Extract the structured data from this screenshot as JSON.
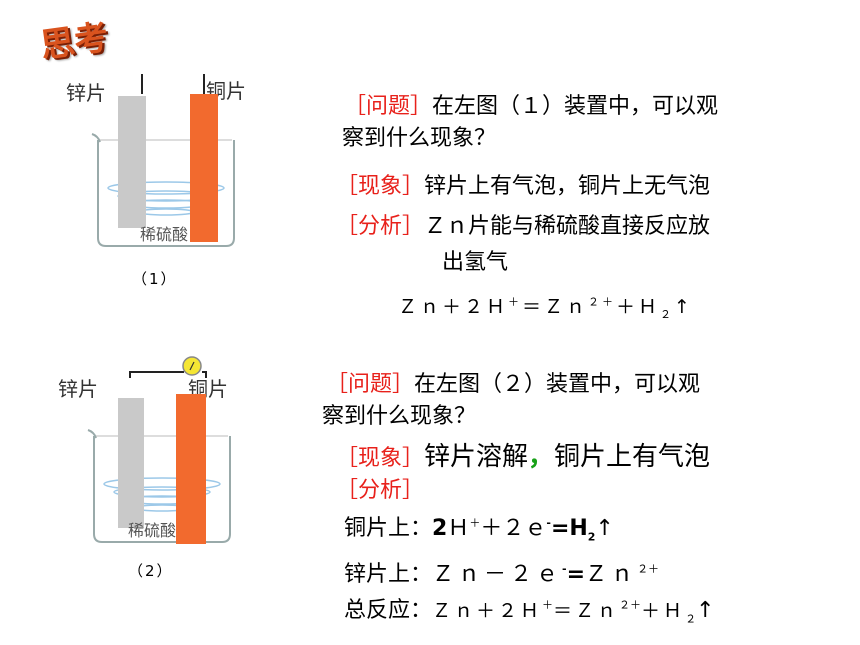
{
  "logo": {
    "text": "思考"
  },
  "fig1": {
    "zinc_label": "锌片",
    "copper_label": "铜片",
    "acid_label": "稀硫酸",
    "caption": "（1）"
  },
  "fig2": {
    "zinc_label": "锌片",
    "copper_label": "铜片",
    "acid_label": "稀硫酸",
    "caption": "（2）"
  },
  "section1": {
    "question_tag": "［问题］",
    "question_line1": "在左图（１）装置中，可以观",
    "question_line2": "察到什么现象？",
    "phenomenon_tag": "［现象］",
    "phenomenon": "锌片上有气泡，铜片上无气泡",
    "analysis_tag": "［分析］",
    "analysis_line1": "Ｚｎ片能与稀硫酸直接反应放",
    "analysis_line2": "出氢气",
    "equation": {
      "a": "Ｚｎ＋２Ｈ",
      "b": "＋",
      "c": "＝Ｚｎ",
      "d": "２＋",
      "e": "＋Ｈ",
      "f": "２",
      "g": "↑"
    }
  },
  "section2": {
    "question_tag": "［问题］",
    "question_line1": "在左图（２）装置中，可以观",
    "question_line2": "察到什么现象？",
    "phenomenon_tag": "［现象］",
    "phenomenon_a": "锌片溶解",
    "phenomenon_comma": "，",
    "phenomenon_b": "铜片上有气泡",
    "analysis_tag": "［分析］",
    "copper_label": "铜片上：",
    "copper_eq": {
      "a": "2",
      "b": "Ｈ",
      "c": "＋",
      "d": "＋２ｅ",
      "e": "-",
      "f": "=H",
      "g": "2",
      "h": "↑"
    },
    "zinc_label": "锌片上：",
    "zinc_eq": {
      "a": "Ｚｎ－２ｅ",
      "b": "-",
      "c": "=",
      "d": "Ｚｎ",
      "e": "２＋"
    },
    "total_label": "总反应：",
    "total_eq": {
      "a": "Ｚｎ＋２Ｈ",
      "b": "＋",
      "c": "＝Ｚｎ",
      "d": "２＋",
      "e": "＋Ｈ",
      "f": "２",
      "g": "↑"
    }
  },
  "colors": {
    "accent_red": "#e8211b",
    "copper": "#f26a2e",
    "zinc": "#c8c8c8",
    "green": "#18a018"
  }
}
